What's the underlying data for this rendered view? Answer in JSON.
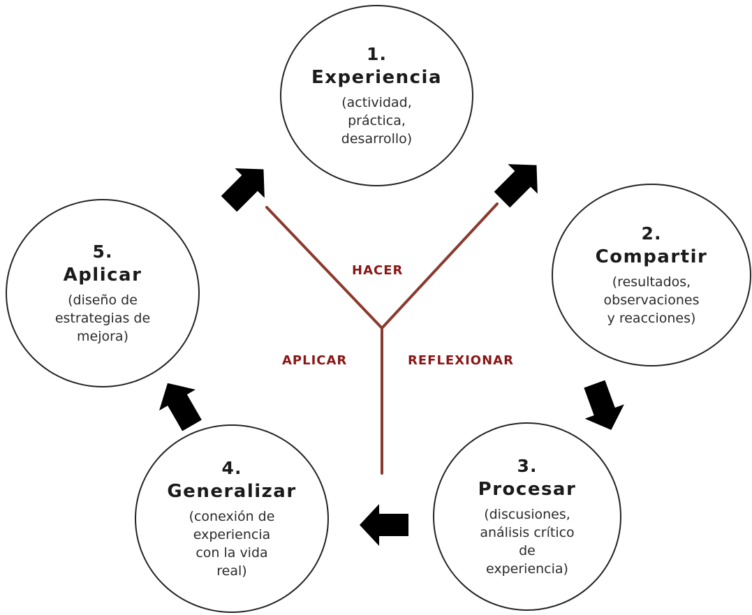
{
  "colors": {
    "line": "#8b3a2e",
    "label": "#8a1616",
    "arrow": "#000000",
    "circle_border": "#222222"
  },
  "steps": [
    {
      "num": "1.",
      "title": "Experiencia",
      "desc": "(actividad,\npráctica,\ndesarrollo)"
    },
    {
      "num": "2.",
      "title": "Compartir",
      "desc": "(resultados,\nobservaciones\ny reacciones)"
    },
    {
      "num": "3.",
      "title": "Procesar",
      "desc": "(discusiones,\nanálisis crítico\nde\nexperiencia)"
    },
    {
      "num": "4.",
      "title": "Generalizar",
      "desc": "(conexión de\nexperiencia\ncon la vida\nreal)"
    },
    {
      "num": "5.",
      "title": "Aplicar",
      "desc": "(diseño de\nestrategias de\nmejora)"
    }
  ],
  "labels": {
    "hacer": "HACER",
    "aplicar": "APLICAR",
    "reflexionar": "REFLEXIONAR"
  },
  "arrows": [
    {
      "name": "arrow-1-to-2",
      "icon": "block-arrow-icon"
    },
    {
      "name": "arrow-2-to-3",
      "icon": "block-arrow-icon"
    },
    {
      "name": "arrow-3-to-4",
      "icon": "block-arrow-icon"
    },
    {
      "name": "arrow-4-to-5",
      "icon": "block-arrow-icon"
    },
    {
      "name": "arrow-5-to-1",
      "icon": "block-arrow-icon"
    }
  ]
}
